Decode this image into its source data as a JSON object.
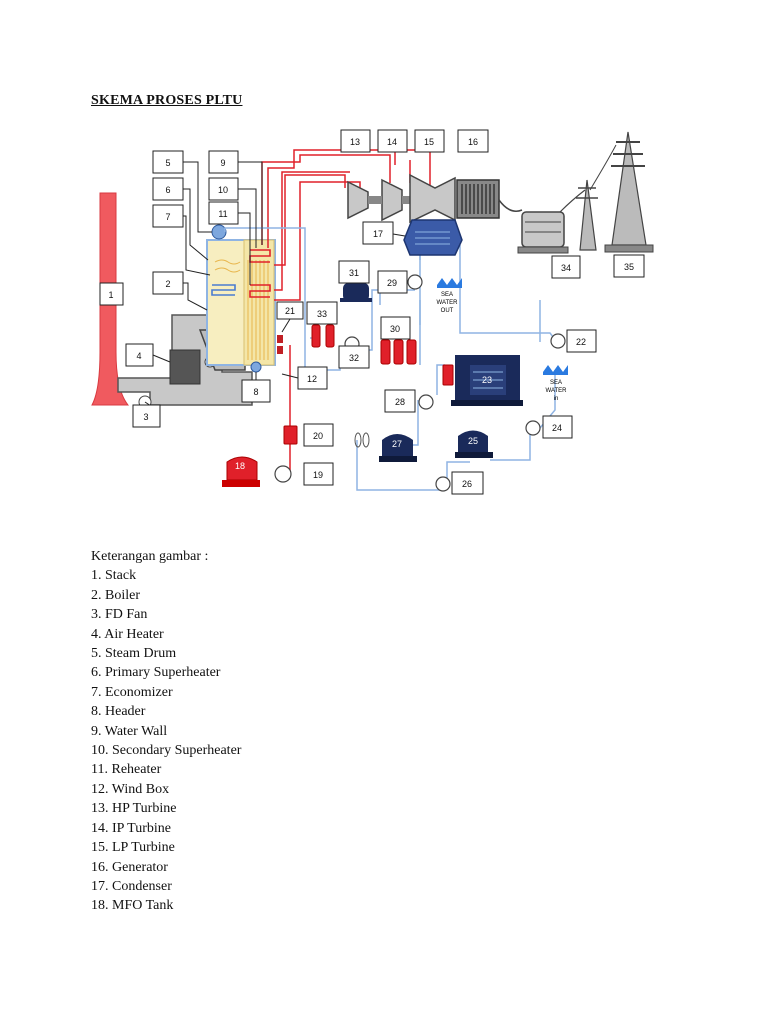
{
  "title": "SKEMA PROSES PLTU",
  "diagram": {
    "numbers": [
      "1",
      "2",
      "3",
      "4",
      "5",
      "6",
      "7",
      "8",
      "9",
      "10",
      "11",
      "12",
      "13",
      "14",
      "15",
      "16",
      "17",
      "18",
      "19",
      "20",
      "21",
      "22",
      "23",
      "24",
      "25",
      "26",
      "27",
      "28",
      "29",
      "30",
      "31",
      "32",
      "33",
      "34",
      "35"
    ],
    "sea_water_out": [
      "SEA",
      "WATER",
      "OUT"
    ],
    "sea_water_in": [
      "SEA",
      "WATER",
      "in"
    ]
  },
  "legend": {
    "heading": "Keterangan gambar :",
    "items": [
      "1. Stack",
      "2. Boiler",
      "3. FD Fan",
      "4. Air Heater",
      "5. Steam Drum",
      "6. Primary Superheater",
      "7. Economizer",
      "8. Header",
      "9. Water Wall",
      "10. Secondary Superheater",
      "11. Reheater",
      "12. Wind Box",
      "13. HP Turbine",
      "14. IP Turbine",
      "15. LP Turbine",
      "16. Generator",
      "17. Condenser",
      "18. MFO Tank"
    ]
  },
  "colors": {
    "steam_red": "#e0202a",
    "water_blue": "#8fb4e3",
    "boiler_yellow": "#f4e6a8",
    "gray_duct": "#b8b8b8",
    "navy_equipment": "#1a2a5a"
  }
}
